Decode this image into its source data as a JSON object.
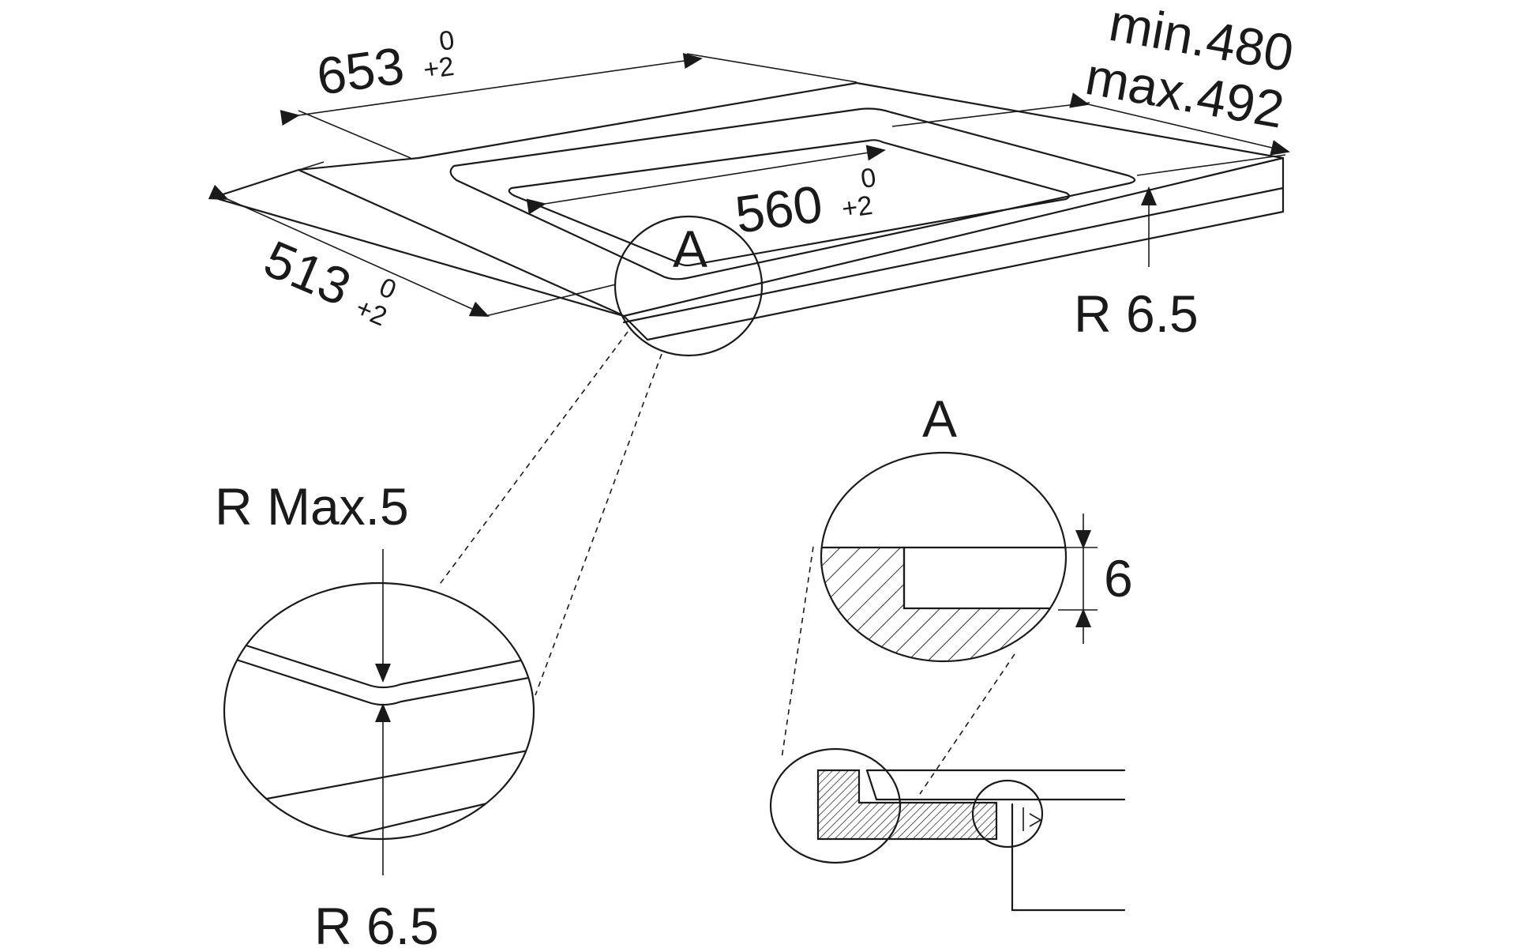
{
  "dimensions": {
    "width_value": "653",
    "width_tol_upper": "0",
    "width_tol_lower": "+2",
    "depth_value": "513",
    "depth_tol_upper": "0",
    "depth_tol_lower": "+2",
    "inner_value": "560",
    "inner_tol_upper": "0",
    "inner_tol_lower": "+2",
    "span_min": "min.480",
    "span_max": "max.492",
    "radius_top": "R 6.5"
  },
  "detail_left": {
    "radius_max": "R Max.5",
    "radius_bottom": "R 6.5"
  },
  "detail_a": {
    "label_top": "A",
    "label_circle": "A",
    "rebate_depth": "6"
  },
  "icons": {
    "arrow": "arrowhead-icon"
  }
}
